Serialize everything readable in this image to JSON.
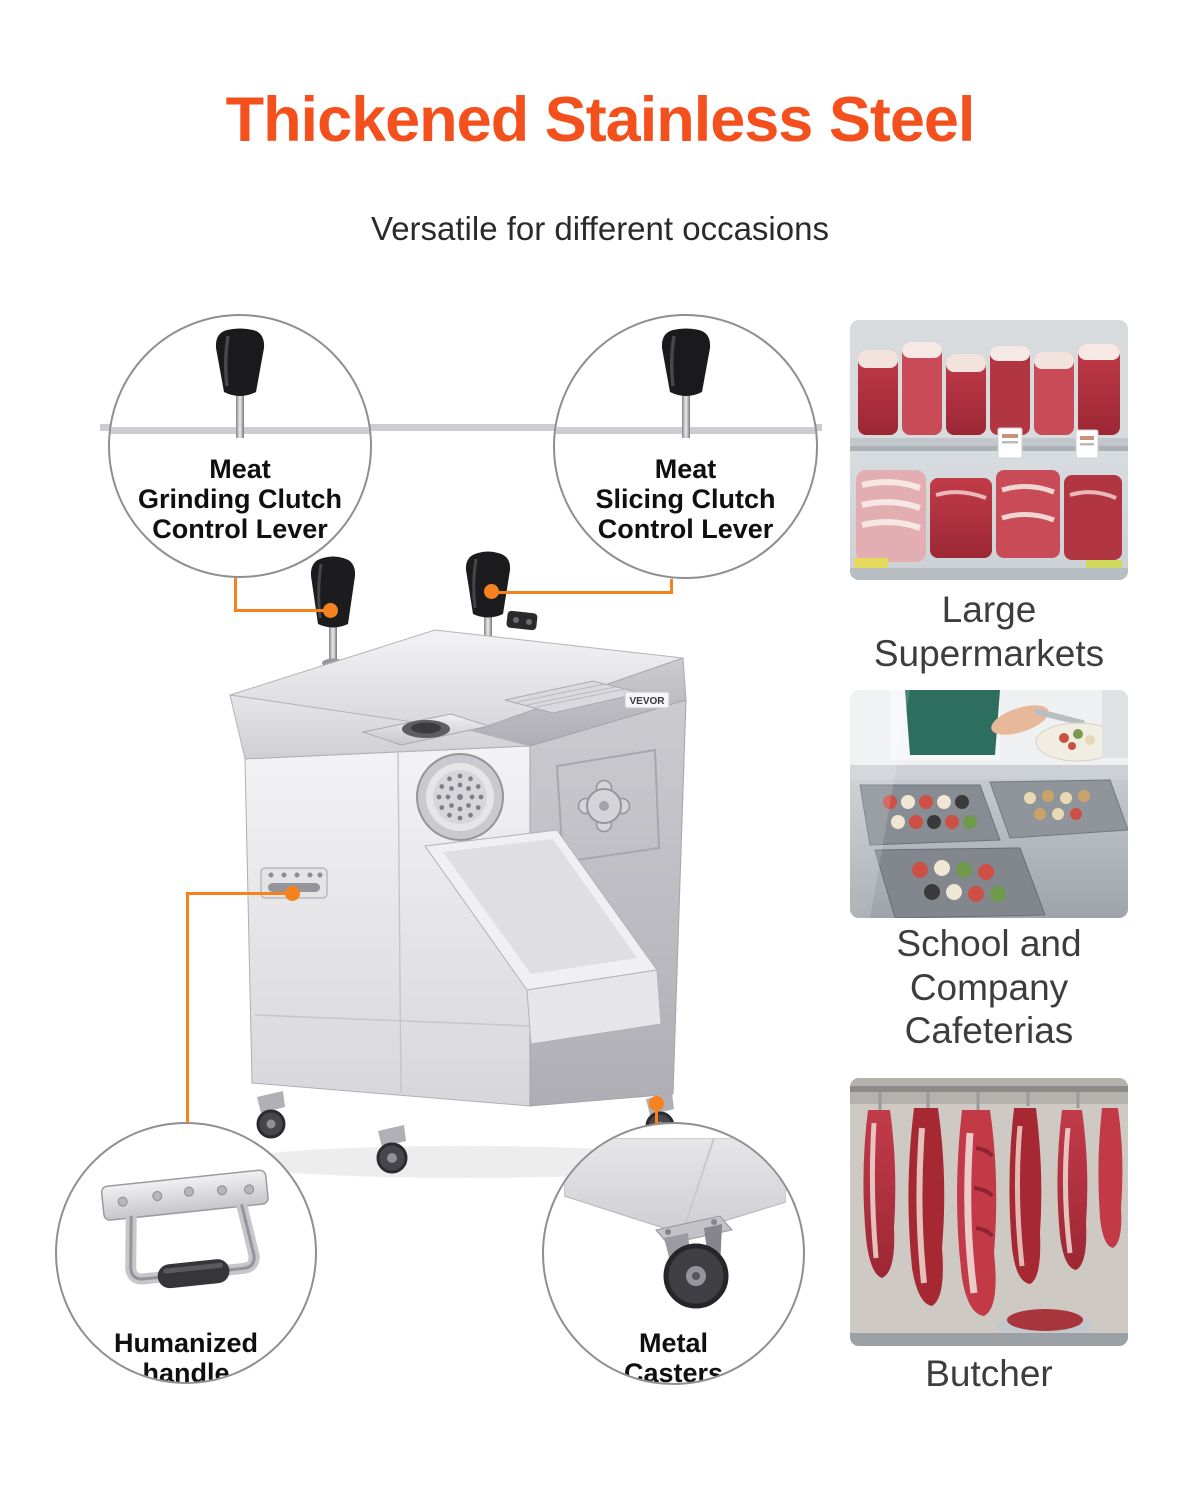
{
  "page": {
    "title": "Thickened Stainless Steel",
    "subtitle": "Versatile for different occasions"
  },
  "colors": {
    "title_accent": "#F4501E",
    "connector": "#F5821F",
    "caption_text": "#3D3D3D",
    "steel_light": "#ECECEF",
    "steel_dark": "#BFBFC5"
  },
  "machine": {
    "brand": "VEVOR"
  },
  "callouts": {
    "grinding": {
      "label": "Meat\nGrinding Clutch\nControl Lever"
    },
    "slicing": {
      "label": "Meat\nSlicing Clutch\nControl Lever"
    },
    "handle": {
      "label": "Humanized\nhandle"
    },
    "casters": {
      "label": "Metal\nCasters"
    }
  },
  "scenes": {
    "supermarket": {
      "caption": "Large\nSupermarkets"
    },
    "cafeteria": {
      "caption": "School and\nCompany\nCafeterias"
    },
    "butcher": {
      "caption": "Butcher"
    }
  }
}
